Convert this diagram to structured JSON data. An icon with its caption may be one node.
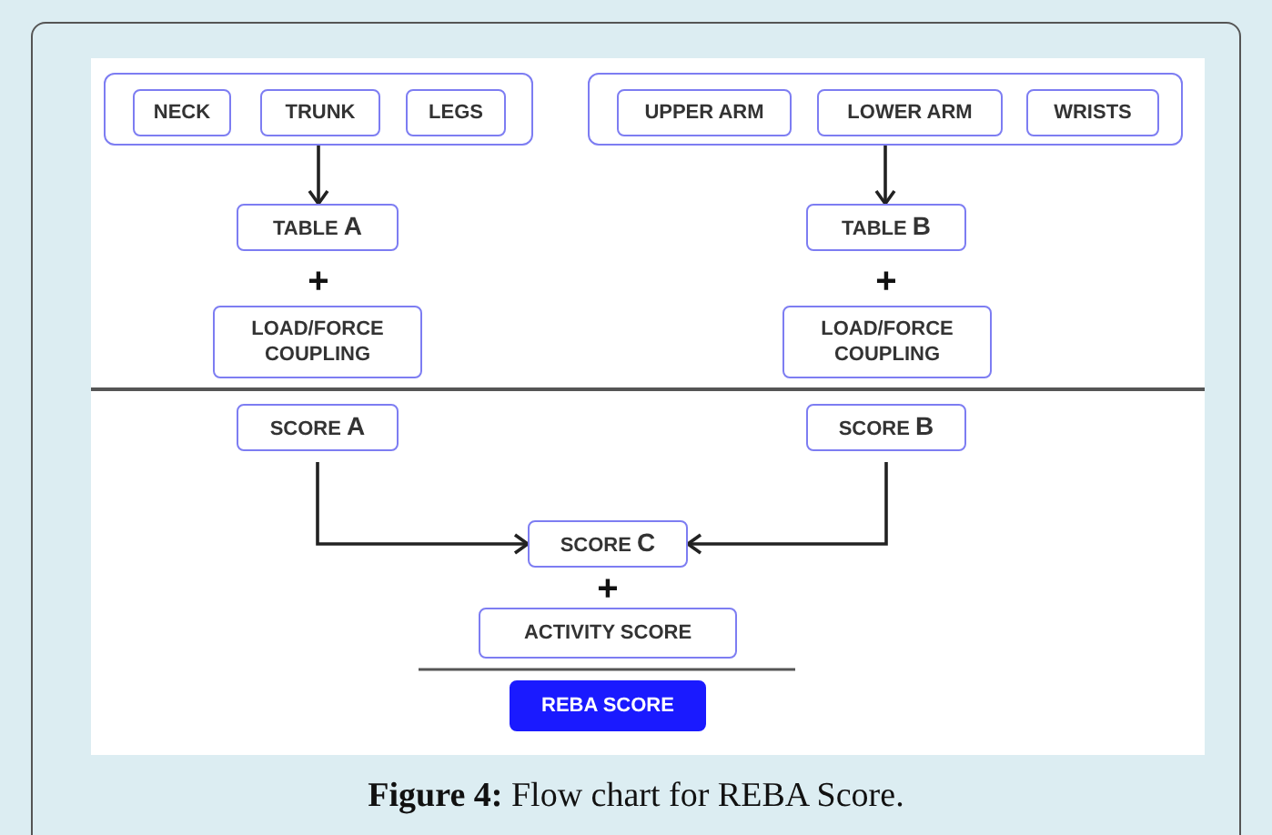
{
  "diagram": {
    "caption": "**Figure 4:** Flow chart for REBA Score.",
    "nodes": [
      {
        "text": [],
        "shape": "box"
      },
      {
        "text": [
          "NECK"
        ],
        "in": 0
      },
      {
        "text": [
          "TRUNK"
        ],
        "in": 0
      },
      {
        "text": [
          "LEGS"
        ],
        "in": 0
      },
      {
        "text": [],
        "shape": "box"
      },
      {
        "text": [
          "UPPER ARM"
        ],
        "in": 4
      },
      {
        "text": [
          "LOWER ARM"
        ],
        "in": 4
      },
      {
        "text": [
          "WRISTS"
        ],
        "in": 4
      },
      {
        "text": [
          "TABLE **A**"
        ]
      },
      {
        "text": [
          "LOAD/FORCE COUPLING"
        ]
      },
      {
        "text": [
          "TABLE **B**"
        ]
      },
      {
        "text": [
          "LOAD/FORCE COUPLING"
        ]
      },
      {
        "text": [
          "SCORE **A**"
        ]
      },
      {
        "text": [
          "SCORE **B**"
        ]
      },
      {
        "text": [
          "SCORE **C**"
        ]
      },
      {
        "text": [
          "ACTIVITY SCORE"
        ]
      },
      {
        "text": [
          "REBA SCORE"
        ]
      }
    ],
    "edges": [
      {
        "from": 0,
        "to": 8,
        "arrow": "to"
      },
      {
        "from": 4,
        "to": 10,
        "arrow": "to"
      },
      {
        "from": 12,
        "to": 14,
        "arrow": "to"
      },
      {
        "from": 13,
        "to": 14,
        "arrow": "to"
      }
    ],
    "labels": [
      "+",
      "+",
      "+"
    ]
  }
}
